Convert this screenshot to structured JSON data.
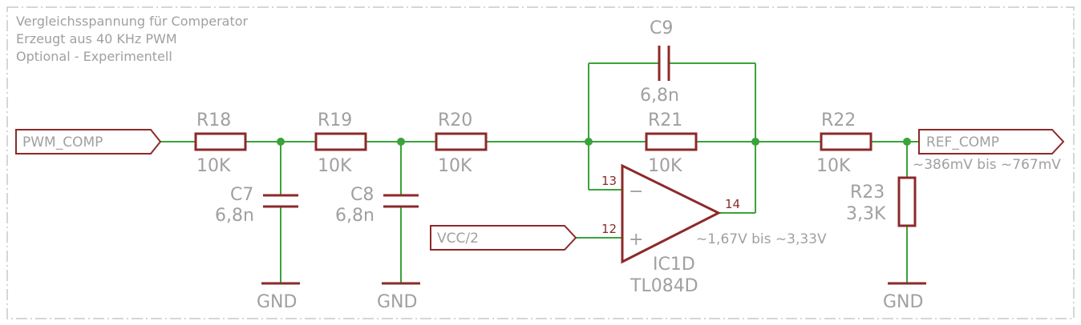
{
  "notes": [
    "Vergleichsspannung für Comperator",
    "Erzeugt aus 40 KHz PWM",
    "Optional - Experimentell"
  ],
  "nets": {
    "pwm_comp": "PWM_COMP",
    "vcc2": "VCC/2",
    "ref_comp": "REF_COMP"
  },
  "resistors": [
    {
      "name": "R18",
      "value": "10K"
    },
    {
      "name": "R19",
      "value": "10K"
    },
    {
      "name": "R20",
      "value": "10K"
    },
    {
      "name": "R21",
      "value": "10K"
    },
    {
      "name": "R22",
      "value": "10K"
    },
    {
      "name": "R23",
      "value": "3,3K"
    }
  ],
  "capacitors": [
    {
      "name": "C7",
      "value": "6,8n"
    },
    {
      "name": "C8",
      "value": "6,8n"
    },
    {
      "name": "C9",
      "value": "6,8n"
    }
  ],
  "opamp": {
    "name": "IC1D",
    "part": "TL084D",
    "pin_inv": "13",
    "pin_noninv": "12",
    "pin_out": "14",
    "minus_sign": "−",
    "plus_sign": "+"
  },
  "annotations": {
    "opamp_out_range": "~1,67V bis ~3,33V",
    "ref_range": "~386mV bis ~767mV"
  },
  "ground_label": "GND"
}
